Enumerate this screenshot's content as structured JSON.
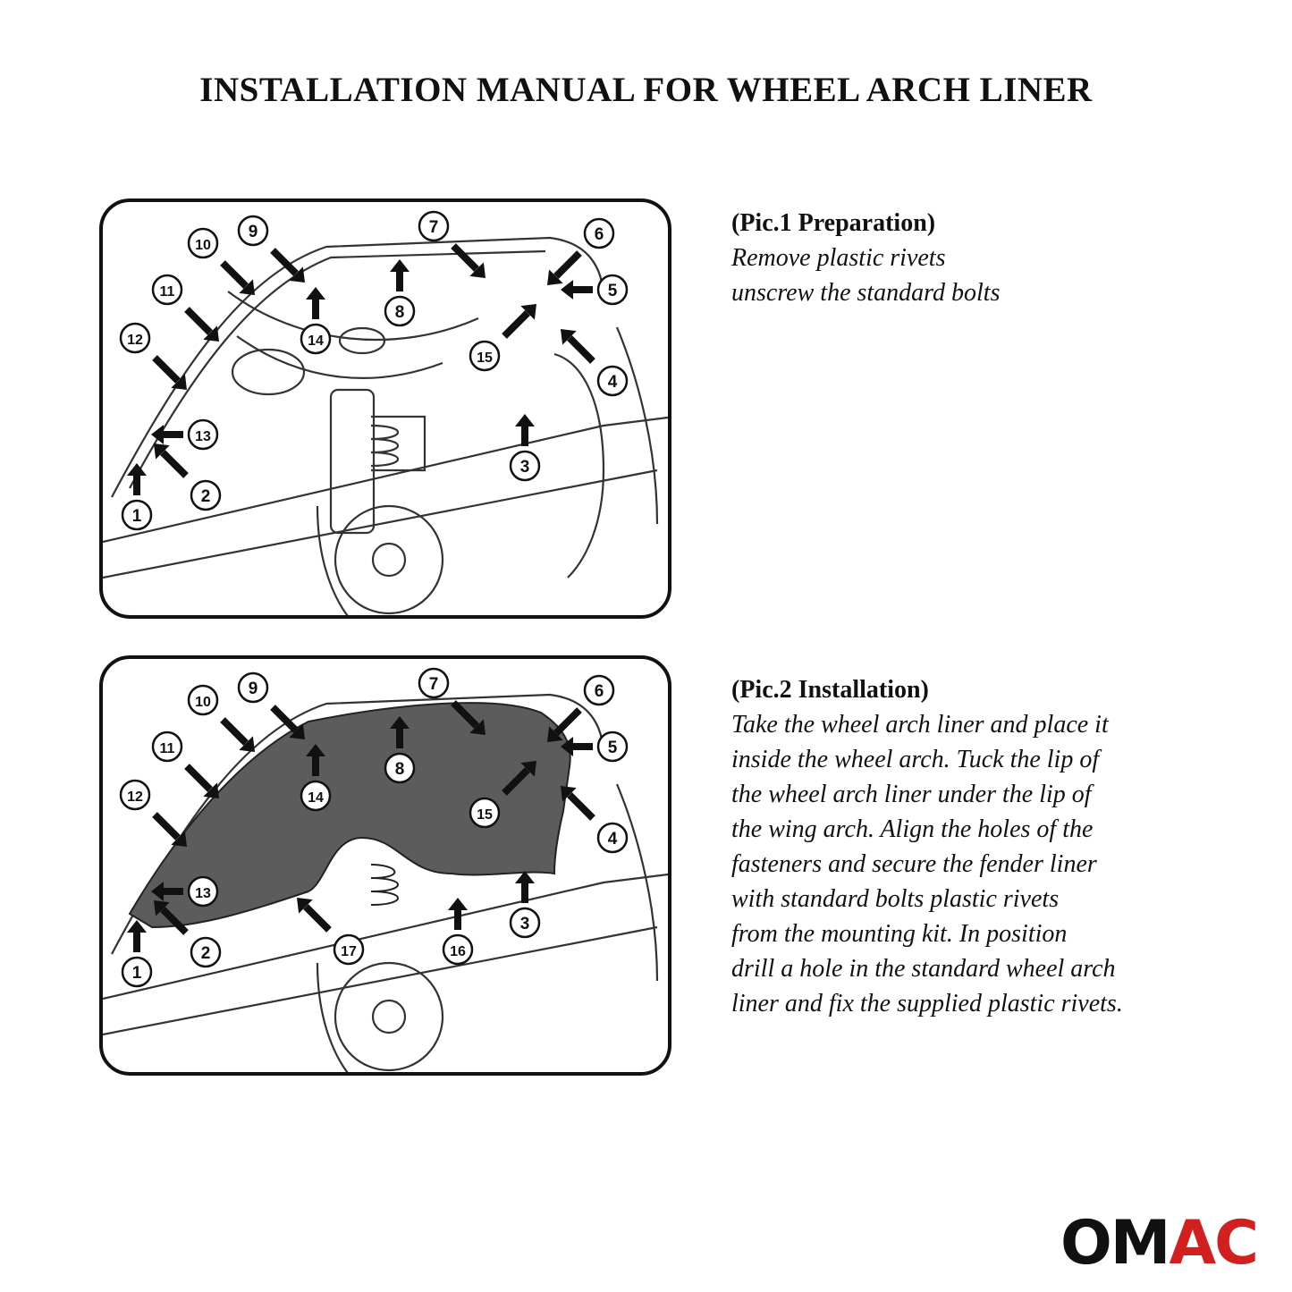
{
  "title": "INSTALLATION MANUAL FOR WHEEL ARCH LINER",
  "pic1": {
    "heading": "(Pic.1 Preparation)",
    "text": "Remove plastic rivets\nunscrew the standard bolts",
    "callouts": [
      "1",
      "2",
      "3",
      "4",
      "5",
      "6",
      "7",
      "8",
      "9",
      "10",
      "11",
      "12",
      "13",
      "14",
      "15"
    ]
  },
  "pic2": {
    "heading": "(Pic.2 Installation)",
    "text": "Take the wheel arch liner and place it\ninside the wheel arch. Tuck the lip of\nthe wheel arch liner under the lip of\nthe wing arch. Align the holes of the\nfasteners and secure the fender liner\nwith standard bolts plastic rivets\nfrom the mounting kit. In position\ndrill a hole in the standard wheel arch\nliner and fix the supplied plastic rivets.",
    "callouts": [
      "1",
      "2",
      "3",
      "4",
      "5",
      "6",
      "7",
      "8",
      "9",
      "10",
      "11",
      "12",
      "13",
      "14",
      "15",
      "16",
      "17"
    ],
    "liner_color": "#5c5c5c"
  },
  "logo": {
    "part1": "OM",
    "part2": "AC",
    "part1_color": "#111111",
    "part2_color": "#d21f1f"
  }
}
